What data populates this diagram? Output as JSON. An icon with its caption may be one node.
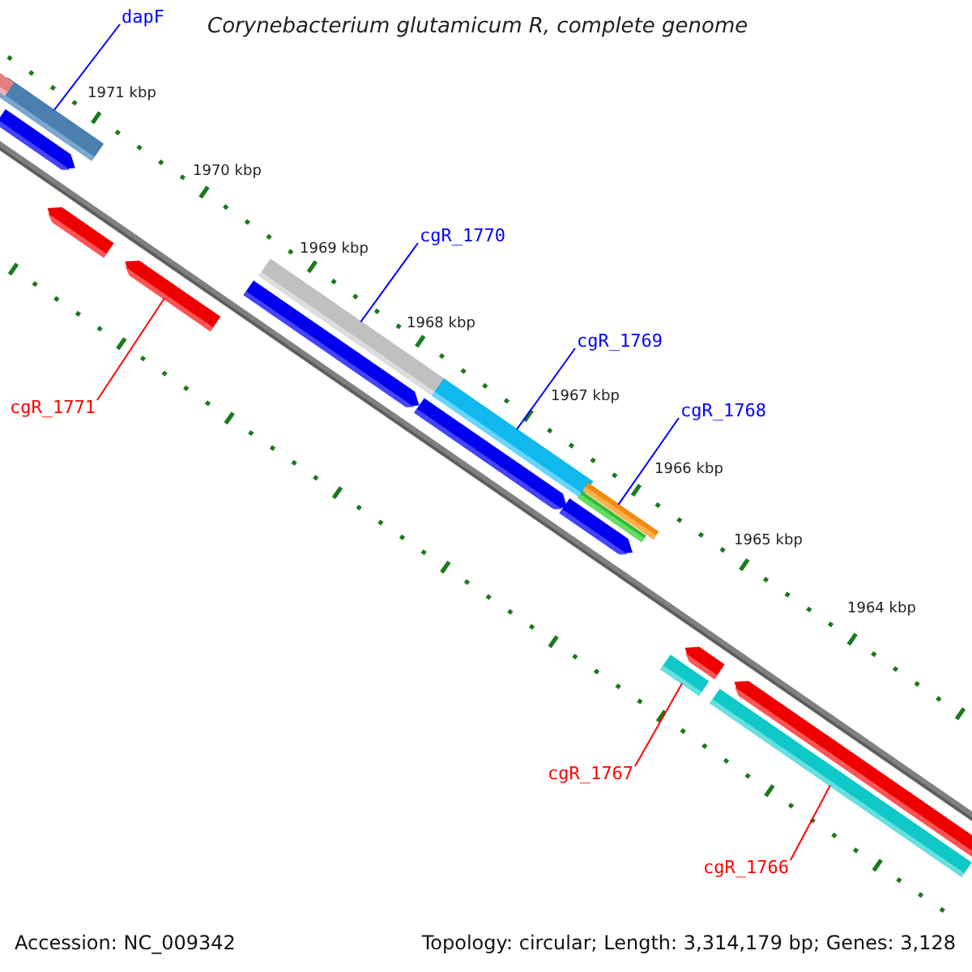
{
  "diagram": {
    "title": "Corynebacterium glutamicum R, complete genome",
    "nodes": [
      {
        "text": [
          "dapF"
        ]
      },
      {
        "text": [],
        "shape": "bar"
      },
      {
        "text": [
          "cgR_1770"
        ]
      },
      {
        "text": [],
        "shape": "bar"
      },
      {
        "text": [
          "cgR_1769"
        ]
      },
      {
        "text": [],
        "shape": "bar"
      },
      {
        "text": [
          "cgR_1768"
        ]
      },
      {
        "text": [],
        "shape": "bar"
      },
      {
        "text": [
          "cgR_1771"
        ]
      },
      {
        "text": [],
        "shape": "bar"
      },
      {
        "text": [
          "cgR_1767"
        ]
      },
      {
        "text": [],
        "shape": "bar"
      },
      {
        "text": [
          "cgR_1766"
        ]
      },
      {
        "text": [],
        "shape": "bar"
      },
      {
        "text": [],
        "shape": "bar"
      },
      {
        "text": [],
        "shape": "bar"
      },
      {
        "text": [],
        "shape": "bar"
      },
      {
        "text": [],
        "shape": "bar"
      },
      {
        "text": [],
        "shape": "bar"
      },
      {
        "text": [],
        "shape": "bar"
      },
      {
        "text": [],
        "shape": "bar"
      },
      {
        "text": [],
        "shape": "bar"
      },
      {
        "text": [],
        "shape": "bar"
      }
    ],
    "edges": [
      {
        "from": 0,
        "to": 1,
        "arrow": "none"
      },
      {
        "from": 2,
        "to": 3,
        "arrow": "none"
      },
      {
        "from": 4,
        "to": 5,
        "arrow": "none"
      },
      {
        "from": 6,
        "to": 7,
        "arrow": "none"
      },
      {
        "from": 8,
        "to": 9,
        "arrow": "none",
        "color": "#ff0000"
      },
      {
        "from": 10,
        "to": 11,
        "arrow": "none",
        "color": "#ff0000"
      },
      {
        "from": 12,
        "to": 13,
        "arrow": "none",
        "color": "#ff0000"
      }
    ],
    "labels": [
      "1971 kbp",
      "1970 kbp",
      "1969 kbp",
      "1968 kbp",
      "1967 kbp",
      "1966 kbp",
      "1965 kbp",
      "1964 kbp",
      "Accession: NC_009342",
      "Topology: circular; Length: 3,314,179 bp; Genes: 3,128"
    ]
  }
}
